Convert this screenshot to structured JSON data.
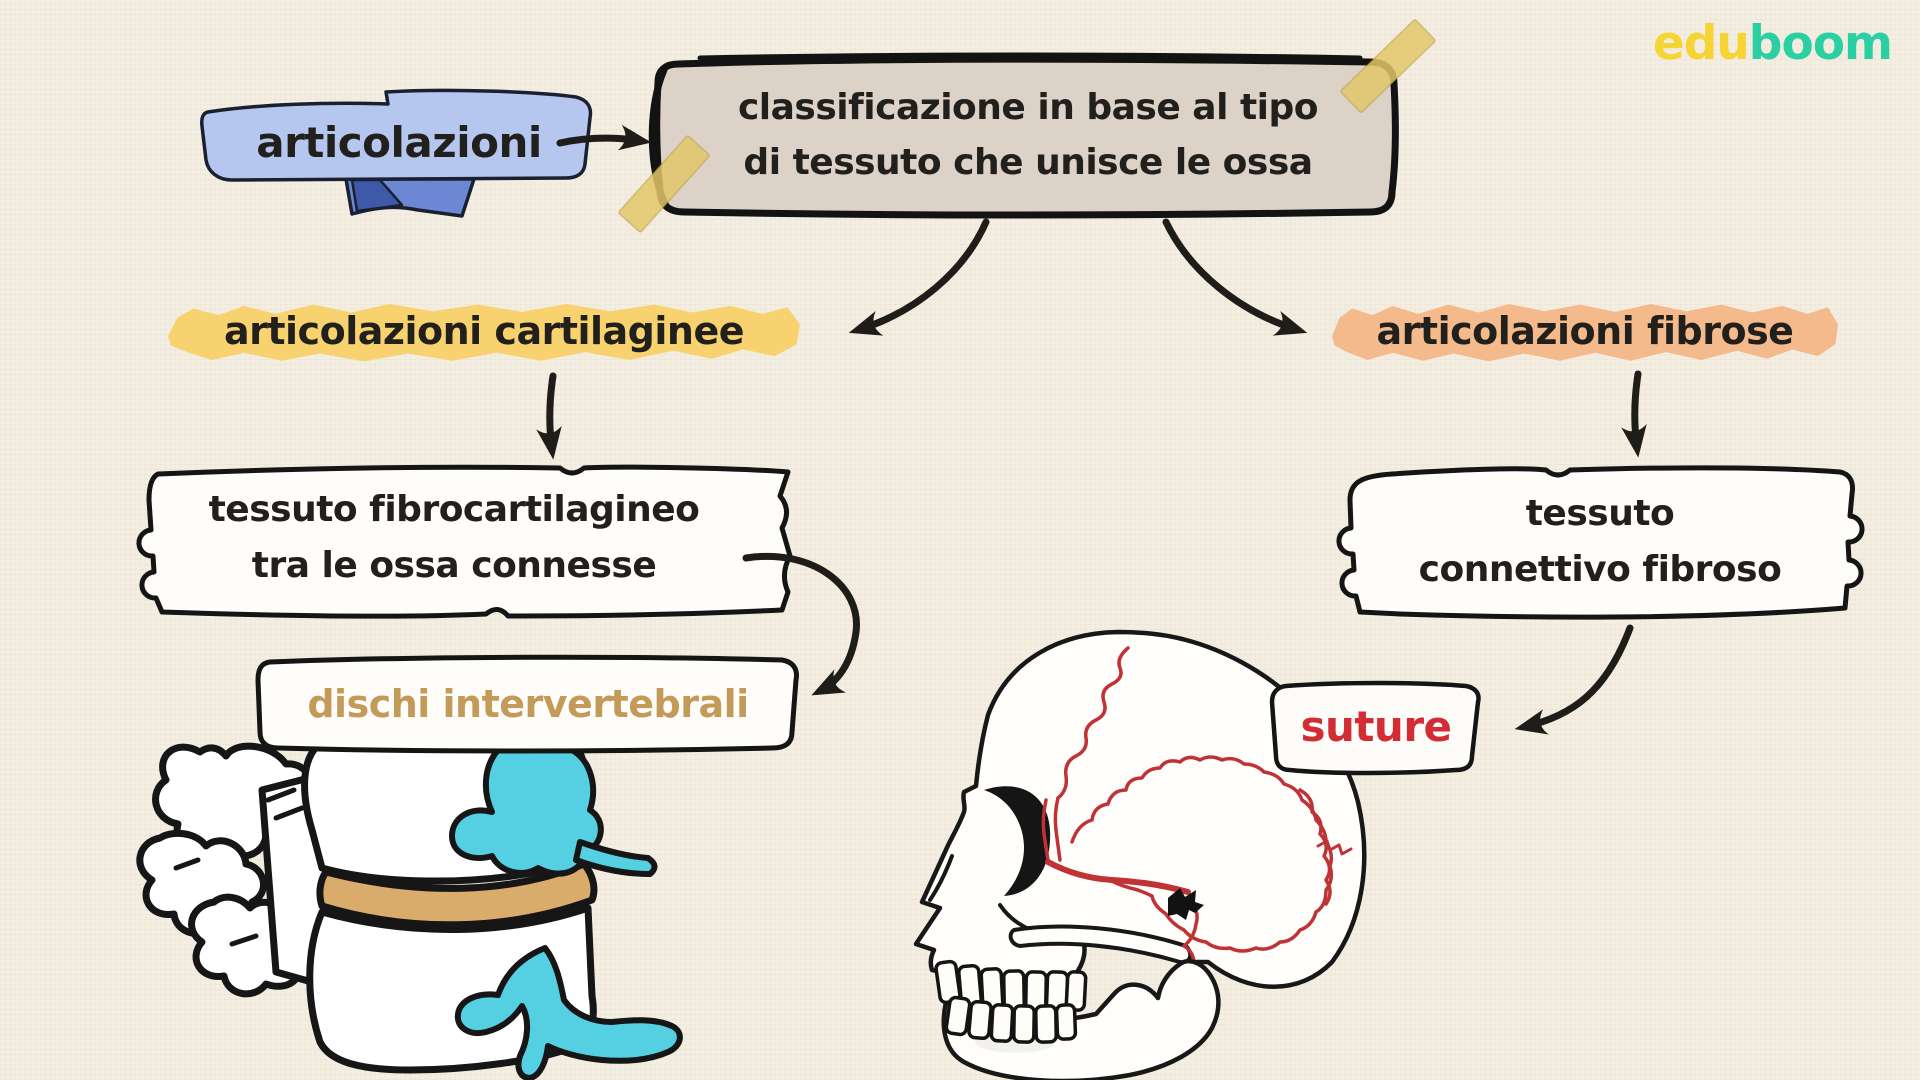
{
  "page": {
    "background_color": "#f3eee1",
    "ink_color": "#1c1b19"
  },
  "brand": {
    "edu": "edu",
    "boom": "boom",
    "edu_color": "#f6d433",
    "boom_color": "#2bcfa4"
  },
  "map": {
    "root": {
      "label": "articolazioni",
      "ribbon_color": "#b5c6ef"
    },
    "classification": {
      "line1": "classificazione in base al tipo",
      "line2": "di tessuto che unisce le ossa",
      "fill_color": "#ddd2c7"
    },
    "branch_cartilaginee": {
      "label": "articolazioni cartilaginee",
      "highlight_color": "#f8d26e",
      "tissue": {
        "line1": "tessuto fibrocartilagineo",
        "line2": "tra le ossa connesse"
      },
      "example": {
        "label": "dischi intervertebrali",
        "text_color": "#c49a58"
      }
    },
    "branch_fibrose": {
      "label": "articolazioni fibrose",
      "highlight_color": "#f4ba8c",
      "tissue": {
        "line1": "tessuto",
        "line2": "connettivo fibroso"
      },
      "example": {
        "label": "suture",
        "text_color": "#d22d35"
      }
    }
  },
  "illustrations": {
    "vertebrae": {
      "name": "vertebrae-with-intervertebral-disc-illustration",
      "bone_color": "#ffffff",
      "disc_color": "#d9ac6c",
      "nerve_color": "#55cfe2"
    },
    "skull": {
      "name": "skull-with-sutures-illustration",
      "bone_color": "#fffefb",
      "suture_line_color": "#bf3236"
    }
  }
}
